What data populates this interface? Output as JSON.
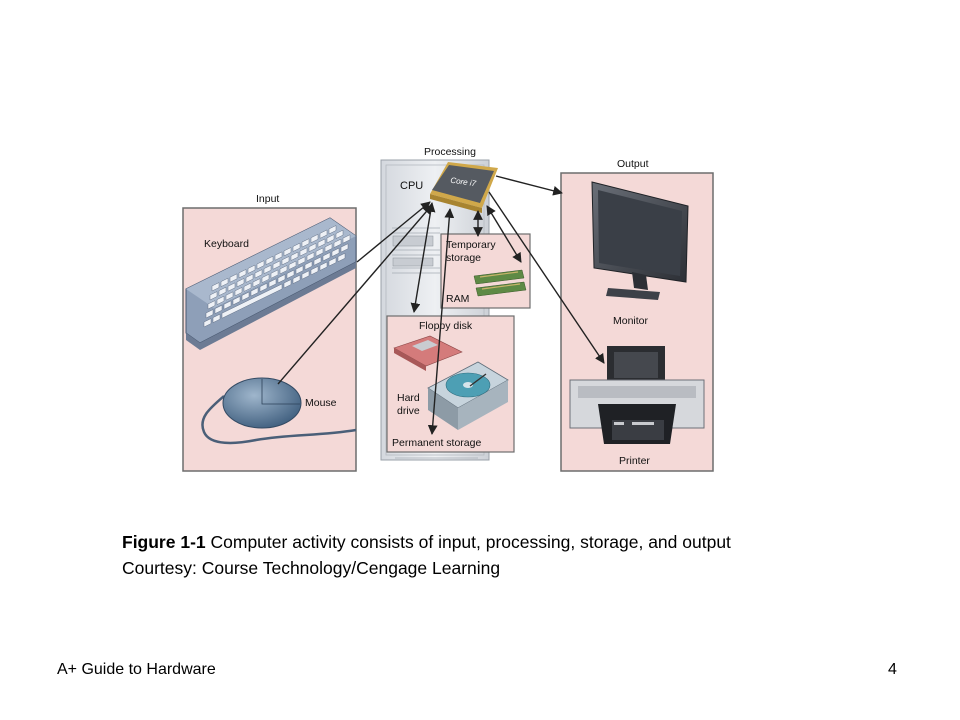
{
  "diagram": {
    "labels": {
      "processing": "Processing",
      "input": "Input",
      "output": "Output",
      "cpu": "CPU",
      "cpu_chip": "Core i7",
      "keyboard": "Keyboard",
      "mouse": "Mouse",
      "temporary_storage_line1": "Temporary",
      "temporary_storage_line2": "storage",
      "ram": "RAM",
      "floppy_disk": "Floppy disk",
      "hard_drive_line1": "Hard",
      "hard_drive_line2": "drive",
      "permanent_storage": "Permanent storage",
      "monitor": "Monitor",
      "printer": "Printer"
    },
    "colors": {
      "panel_fill": "#f4d9d7",
      "panel_border": "#6d6d6d",
      "tower": "#e3e6ea",
      "keyboard": "#8e9fb8",
      "mouse": "#5f7d9c",
      "arrow": "#222222"
    }
  },
  "caption": {
    "figure_label": "Figure 1-1",
    "text": " Computer activity consists of input, processing, storage, and output",
    "credit": "Courtesy: Course Technology/Cengage Learning"
  },
  "footer": {
    "title": "A+ Guide to Hardware",
    "page_number": "4"
  }
}
